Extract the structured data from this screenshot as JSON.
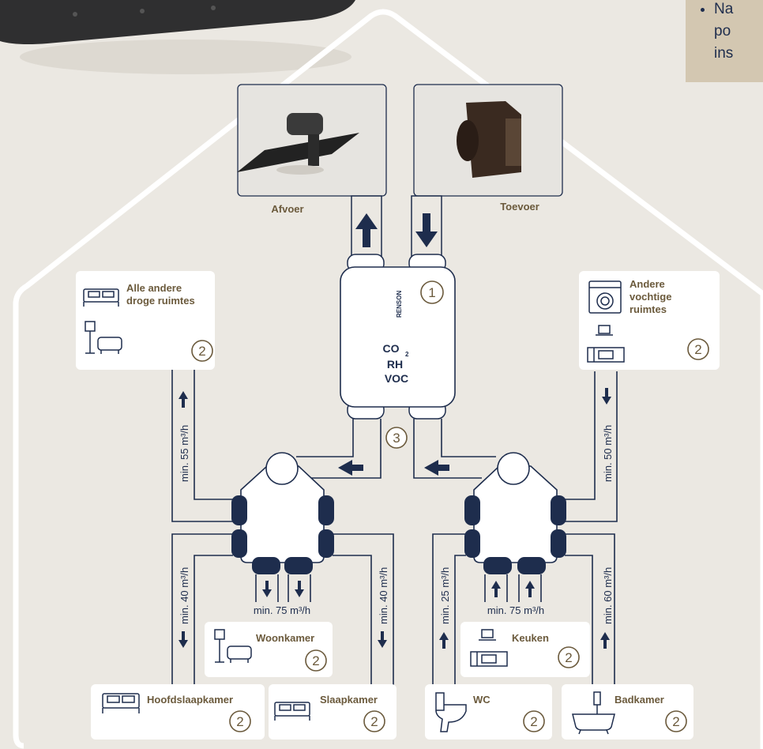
{
  "note": {
    "lines": [
      "Na",
      "po",
      "ins"
    ]
  },
  "grilles": {
    "exhaust_label": "Afvoer",
    "supply_label": "Toevoer"
  },
  "unit": {
    "brand": "RENSON",
    "number": "1",
    "sensor_co2": "CO",
    "sensor_co2_sub": "2",
    "sensor_rh": "RH",
    "sensor_voc": "VOC"
  },
  "plenum_number": "3",
  "rooms": {
    "dry": {
      "title_line1": "Alle andere",
      "title_line2": "droge ruimtes",
      "number": "2",
      "flow": "min. 55 m³/h"
    },
    "wet": {
      "title_line1": "Andere",
      "title_line2": "vochtige",
      "title_line3": "ruimtes",
      "number": "2",
      "flow": "min. 50 m³/h"
    },
    "woonkamer": {
      "title": "Woonkamer",
      "number": "2",
      "flow": "min. 75 m³/h"
    },
    "keuken": {
      "title": "Keuken",
      "number": "2",
      "flow": "min. 75 m³/h"
    },
    "hoofdslaapkamer": {
      "title": "Hoofdslaapkamer",
      "number": "2",
      "flow": "min. 40 m³/h"
    },
    "slaapkamer": {
      "title": "Slaapkamer",
      "number": "2",
      "flow": "min. 40 m³/h"
    },
    "wc": {
      "title": "WC",
      "number": "2",
      "flow": "min. 25 m³/h"
    },
    "badkamer": {
      "title": "Badkamer",
      "number": "2",
      "flow": "min. 60 m³/h"
    }
  }
}
